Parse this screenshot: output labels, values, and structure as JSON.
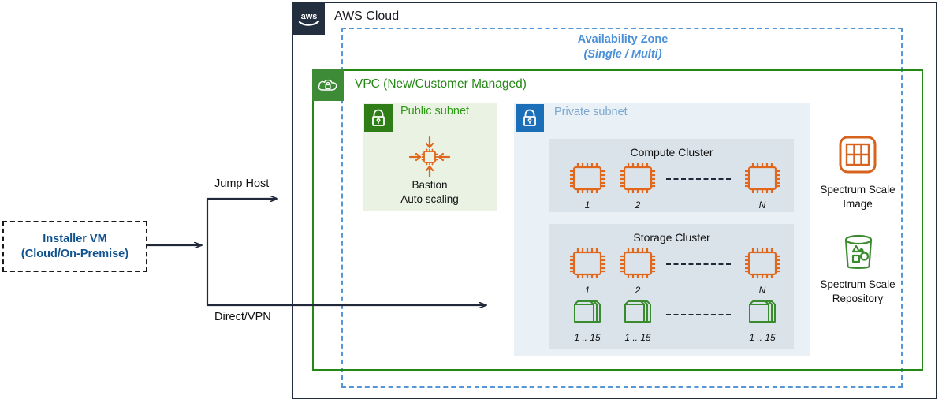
{
  "installer_vm": {
    "line1": "Installer VM",
    "line2": "(Cloud/On-Premise)",
    "color": "#10538f"
  },
  "aws_cloud": {
    "title": "AWS Cloud",
    "logo_icon": "aws-logo-icon",
    "border_color": "#232f3e"
  },
  "availability_zone": {
    "title": "Availability Zone",
    "subtitle": "(Single / Multi)",
    "color": "#4a90d9",
    "border_style": "dashed"
  },
  "vpc": {
    "label": "VPC (New/Customer Managed)",
    "icon": "vpc-cloud-lock-icon",
    "color": "#248814"
  },
  "public_subnet": {
    "label": "Public subnet",
    "icon": "lock-icon",
    "color": "#2e9915",
    "background": "#eaf2e4",
    "resource": {
      "icon": "auto-scaling-icon",
      "caption_line1": "Bastion",
      "caption_line2": "Auto scaling",
      "color": "#e0671b"
    }
  },
  "private_subnet": {
    "label": "Private subnet",
    "icon": "lock-icon",
    "color": "#7ca7cd",
    "background": "#e9f0f6",
    "clusters": [
      {
        "title": "Compute Cluster",
        "node_icon": "ec2-chip-icon",
        "node_color": "#e0671b",
        "nodes": [
          {
            "label": "1"
          },
          {
            "label": "2"
          },
          {
            "label": "N"
          }
        ],
        "connector": "dashed-line"
      },
      {
        "title": "Storage Cluster",
        "node_icon": "ec2-chip-icon",
        "node_color": "#e0671b",
        "nodes": [
          {
            "label": "1"
          },
          {
            "label": "2"
          },
          {
            "label": "N"
          }
        ],
        "connector": "dashed-line",
        "volume_icon": "ebs-volume-stack-icon",
        "volume_color": "#3a8b2e",
        "volumes": [
          {
            "label": "1 .. 15"
          },
          {
            "label": "1 .. 15"
          },
          {
            "label": "1 .. 15"
          }
        ]
      }
    ]
  },
  "side_resources": [
    {
      "icon": "ami-image-icon",
      "color": "#d6641e",
      "label_line1": "Spectrum Scale",
      "label_line2": "Image"
    },
    {
      "icon": "s3-bucket-icon",
      "color": "#3a8b2e",
      "label_line1": "Spectrum Scale",
      "label_line2": "Repository"
    }
  ],
  "connectors": [
    {
      "label": "Jump Host",
      "style": "solid-arrow"
    },
    {
      "label": "Direct/VPN",
      "style": "solid-arrow"
    }
  ]
}
